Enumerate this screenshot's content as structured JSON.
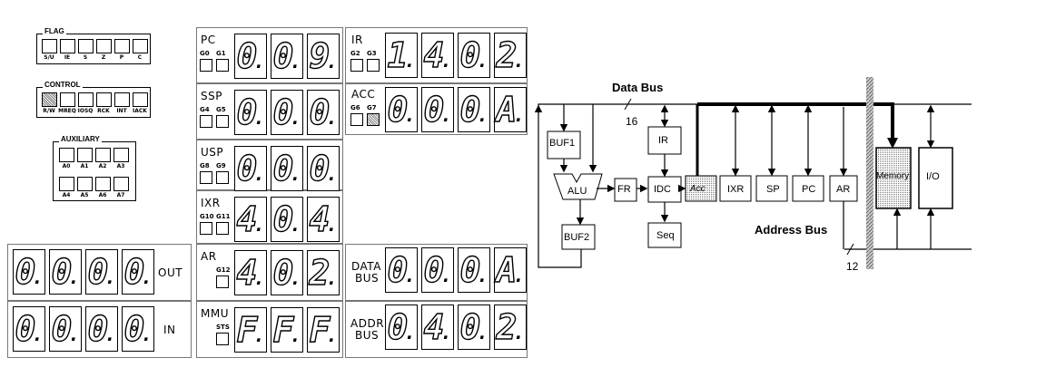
{
  "flags": {
    "flag": {
      "title": "FLAG",
      "items": [
        "S/U",
        "IE",
        "S",
        "Z",
        "P",
        "C"
      ]
    },
    "control": {
      "title": "CONTROL",
      "items": [
        "R/W",
        "MREQ",
        "IOSQ",
        "RCK",
        "INT",
        "IACK"
      ]
    },
    "auxiliary": {
      "title": "AUXILIARY",
      "items": [
        "A0",
        "A1",
        "A2",
        "A3",
        "A4",
        "A5",
        "A6",
        "A7"
      ]
    }
  },
  "registers": {
    "pc": {
      "label": "PC",
      "g": [
        "G0",
        "G1"
      ],
      "digits": [
        "0",
        "0",
        "9"
      ]
    },
    "ssp": {
      "label": "SSP",
      "g": [
        "G4",
        "G5"
      ],
      "digits": [
        "0",
        "0",
        "0"
      ]
    },
    "usp": {
      "label": "USP",
      "g": [
        "G8",
        "G9"
      ],
      "digits": [
        "0",
        "0",
        "0"
      ]
    },
    "ixr": {
      "label": "IXR",
      "g": [
        "G10",
        "G11"
      ],
      "digits": [
        "4",
        "0",
        "4"
      ]
    },
    "ar": {
      "label": "AR",
      "g": [
        "G12"
      ],
      "digits": [
        "4",
        "0",
        "2"
      ]
    },
    "mmu": {
      "label": "MMU",
      "g": [
        "STS"
      ],
      "digits": [
        "F",
        "F",
        "F"
      ]
    },
    "ir": {
      "label": "IR",
      "g": [
        "G2",
        "G3"
      ],
      "digits": [
        "1",
        "4",
        "0",
        "2"
      ]
    },
    "acc": {
      "label": "ACC",
      "g": [
        "G6",
        "G7"
      ],
      "digits": [
        "0",
        "0",
        "0",
        "A"
      ]
    },
    "data_bus": {
      "label1": "DATA",
      "label2": "BUS",
      "digits": [
        "0",
        "0",
        "0",
        "A"
      ]
    },
    "addr_bus": {
      "label1": "ADDR",
      "label2": "BUS",
      "digits": [
        "0",
        "4",
        "0",
        "2"
      ]
    }
  },
  "io": {
    "out": {
      "label": "OUT",
      "digits": [
        "0",
        "0",
        "0",
        "0"
      ]
    },
    "in": {
      "label": "IN",
      "digits": [
        "0",
        "0",
        "0",
        "0"
      ]
    }
  },
  "diagram": {
    "data_bus": "Data Bus",
    "data_width": "16",
    "address_bus": "Address Bus",
    "addr_width": "12",
    "blocks": {
      "buf1": "BUF1",
      "buf2": "BUF2",
      "alu": "ALU",
      "fr": "FR",
      "ir": "IR",
      "idc": "IDC",
      "seq": "Seq",
      "acc": "Acc",
      "ixr": "IXR",
      "sp": "SP",
      "pc": "PC",
      "ar": "AR",
      "memory": "Memory",
      "io": "I/O"
    }
  }
}
